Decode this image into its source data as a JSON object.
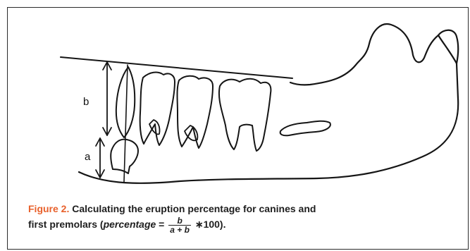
{
  "figure": {
    "label_b": "b",
    "label_a": "a",
    "caption": {
      "figure_label": "Figure 2.",
      "text_line1": " Calculating the eruption percentage for canines and",
      "text_line2_pre": "first premolars (",
      "formula_var": "percentage",
      "formula_eq": " = ",
      "frac_num": "b",
      "frac_den": "a + b",
      "formula_tail": " ∗100)."
    }
  }
}
